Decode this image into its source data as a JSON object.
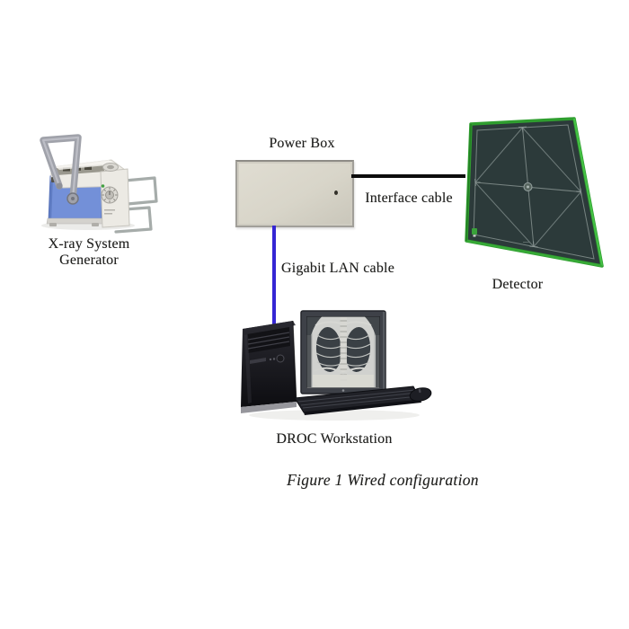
{
  "figure": {
    "caption": "Figure 1 Wired configuration"
  },
  "devices": {
    "generator": {
      "label_line1": "X-ray System",
      "label_line2": "Generator"
    },
    "power_box": {
      "label": "Power Box"
    },
    "detector": {
      "label": "Detector"
    },
    "workstation": {
      "label": "DROC Workstation"
    }
  },
  "cables": {
    "interface": {
      "label": "Interface cable",
      "color": "#0c0c0c"
    },
    "gigabit_lan": {
      "label": "Gigabit LAN cable",
      "color": "#3526d4"
    }
  },
  "colors": {
    "background": "#ffffff",
    "text": "#1e1e1c",
    "power_box_fill": "#d8d5c9",
    "power_box_frame": "#a19f99",
    "detector_panel": "#2c3a3a",
    "detector_border_green": "#2f9e2f",
    "detector_lines": "#8a9694",
    "generator_blue": "#7390d8",
    "generator_body_white": "#edebe5",
    "handle_gray": "#a0a2aa",
    "monitor_bezel": "#3e4148",
    "keyboard_black": "#202127"
  }
}
